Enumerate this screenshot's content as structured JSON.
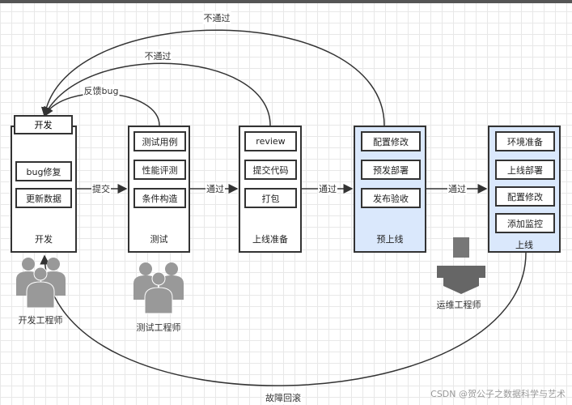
{
  "stages": [
    {
      "title": "开发",
      "header": "开发",
      "items": [
        "bug修复",
        "更新数据"
      ]
    },
    {
      "title": "测试",
      "items": [
        "测试用例",
        "性能评测",
        "条件构造"
      ]
    },
    {
      "title": "上线准备",
      "items": [
        "review",
        "提交代码",
        "打包"
      ]
    },
    {
      "title": "预上线",
      "items": [
        "配置修改",
        "预发部署",
        "发布验收"
      ]
    },
    {
      "title": "上线",
      "items": [
        "环境准备",
        "上线部署",
        "配置修改",
        "添加监控"
      ]
    }
  ],
  "edges": {
    "submit": "提交",
    "pass1": "通过",
    "pass2": "通过",
    "pass3": "通过",
    "feedback": "反馈bug",
    "fail1": "不通过",
    "fail2": "不通过",
    "rollback": "故障回滚"
  },
  "roles": {
    "dev": "开发工程师",
    "test": "测试工程师",
    "ops": "运维工程师"
  },
  "colors": {
    "highlight": "#dae8fc",
    "stroke": "#333333"
  },
  "watermark": "CSDN @贺公子之数据科学与艺术"
}
